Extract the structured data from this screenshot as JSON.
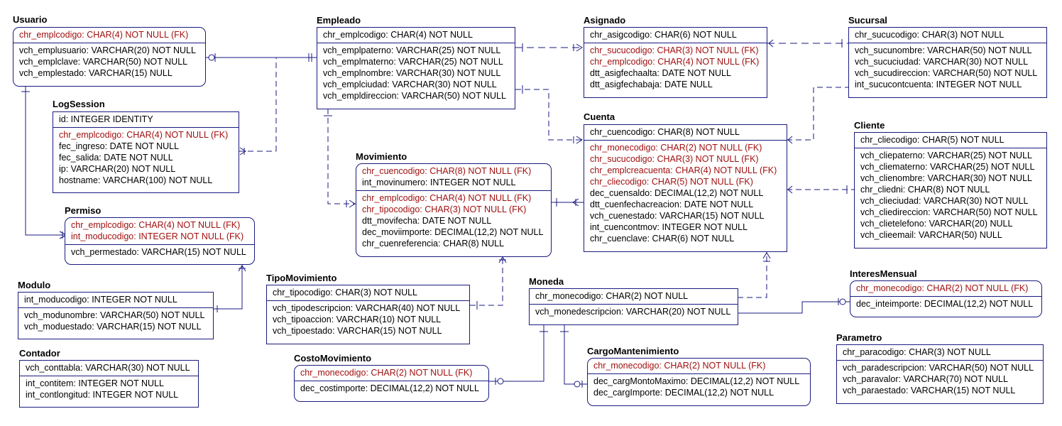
{
  "colors": {
    "line": "#1a1a80",
    "fk": "#a01010",
    "text": "#000000"
  },
  "entities": {
    "usuario": {
      "name": "Usuario",
      "keys": [
        {
          "text": "chr_emplcodigo: CHAR(4) NOT NULL (FK)",
          "fk": true
        }
      ],
      "attrs": [
        "vch_emplusuario: VARCHAR(20) NOT NULL",
        "vch_emplclave: VARCHAR(50) NOT NULL",
        "vch_emplestado: VARCHAR(15) NULL"
      ]
    },
    "logsession": {
      "name": "LogSession",
      "keys": [
        {
          "text": "id: INTEGER IDENTITY",
          "fk": false
        }
      ],
      "attrs_fk": [
        "chr_emplcodigo: CHAR(4) NOT NULL (FK)"
      ],
      "attrs": [
        "fec_ingreso: DATE NOT NULL",
        "fec_salida: DATE NOT NULL",
        "ip: VARCHAR(20) NOT NULL",
        "hostname: VARCHAR(100) NOT NULL"
      ]
    },
    "permiso": {
      "name": "Permiso",
      "keys": [
        {
          "text": "chr_emplcodigo: CHAR(4) NOT NULL (FK)",
          "fk": true
        },
        {
          "text": "int_moducodigo: INTEGER NOT NULL (FK)",
          "fk": true
        }
      ],
      "attrs": [
        "vch_permestado: VARCHAR(15) NOT NULL"
      ]
    },
    "modulo": {
      "name": "Modulo",
      "keys": [
        {
          "text": "int_moducodigo: INTEGER NOT NULL",
          "fk": false
        }
      ],
      "attrs": [
        "vch_modunombre: VARCHAR(50) NOT NULL",
        "vch_moduestado: VARCHAR(15) NOT NULL"
      ]
    },
    "contador": {
      "name": "Contador",
      "keys": [
        {
          "text": "vch_conttabla: VARCHAR(30) NOT NULL",
          "fk": false
        }
      ],
      "attrs": [
        "int_contitem: INTEGER NOT NULL",
        "int_contlongitud: INTEGER NOT NULL"
      ]
    },
    "empleado": {
      "name": "Empleado",
      "keys": [
        {
          "text": "chr_emplcodigo: CHAR(4) NOT NULL",
          "fk": false
        }
      ],
      "attrs": [
        "vch_emplpaterno: VARCHAR(25) NOT NULL",
        "vch_emplmaterno: VARCHAR(25) NOT NULL",
        "vch_emplnombre: VARCHAR(30) NOT NULL",
        "vch_emplciudad: VARCHAR(30) NOT NULL",
        "vch_empldireccion: VARCHAR(50) NOT NULL"
      ]
    },
    "movimiento": {
      "name": "Movimiento",
      "keys": [
        {
          "text": "chr_cuencodigo: CHAR(8) NOT NULL (FK)",
          "fk": true
        },
        {
          "text": "int_movinumero: INTEGER NOT NULL",
          "fk": false
        }
      ],
      "attrs_fk": [
        "chr_emplcodigo: CHAR(4) NOT NULL (FK)",
        "chr_tipocodigo: CHAR(3) NOT NULL (FK)"
      ],
      "attrs": [
        "dtt_movifecha: DATE NOT NULL",
        "dec_moviimporte: DECIMAL(12,2) NOT NULL",
        "chr_cuenreferencia: CHAR(8) NULL"
      ]
    },
    "tipomovimiento": {
      "name": "TipoMovimiento",
      "keys": [
        {
          "text": "chr_tipocodigo: CHAR(3) NOT NULL",
          "fk": false
        }
      ],
      "attrs": [
        "vch_tipodescripcion: VARCHAR(40) NOT NULL",
        "vch_tipoaccion: VARCHAR(10) NOT NULL",
        "vch_tipoestado: VARCHAR(15) NOT NULL"
      ]
    },
    "costomovimiento": {
      "name": "CostoMovimiento",
      "keys": [
        {
          "text": "chr_monecodigo: CHAR(2) NOT NULL (FK)",
          "fk": true
        }
      ],
      "attrs": [
        "dec_costimporte: DECIMAL(12,2) NOT NULL"
      ]
    },
    "asignado": {
      "name": "Asignado",
      "keys": [
        {
          "text": "chr_asigcodigo: CHAR(6) NOT NULL",
          "fk": false
        }
      ],
      "attrs_fk": [
        "chr_sucucodigo: CHAR(3) NOT NULL (FK)",
        "chr_emplcodigo: CHAR(4) NOT NULL (FK)"
      ],
      "attrs": [
        "dtt_asigfechaalta: DATE NOT NULL",
        "dtt_asigfechabaja: DATE NULL"
      ]
    },
    "cuenta": {
      "name": "Cuenta",
      "keys": [
        {
          "text": "chr_cuencodigo: CHAR(8) NOT NULL",
          "fk": false
        }
      ],
      "attrs_fk": [
        "chr_monecodigo: CHAR(2) NOT NULL (FK)",
        "chr_sucucodigo: CHAR(3) NOT NULL (FK)",
        "chr_emplcreacuenta: CHAR(4) NOT NULL (FK)",
        "chr_cliecodigo: CHAR(5) NOT NULL (FK)"
      ],
      "attrs": [
        "dec_cuensaldo: DECIMAL(12,2) NOT NULL",
        "dtt_cuenfechacreacion: DATE NOT NULL",
        "vch_cuenestado: VARCHAR(15) NOT NULL",
        "int_cuencontmov: INTEGER NOT NULL",
        "chr_cuenclave: CHAR(6) NOT NULL"
      ]
    },
    "moneda": {
      "name": "Moneda",
      "keys": [
        {
          "text": "chr_monecodigo: CHAR(2) NOT NULL",
          "fk": false
        }
      ],
      "attrs": [
        "vch_monedescripcion: VARCHAR(20) NOT NULL"
      ]
    },
    "cargomantenimiento": {
      "name": "CargoMantenimiento",
      "keys": [
        {
          "text": "chr_monecodigo: CHAR(2) NOT NULL (FK)",
          "fk": true
        }
      ],
      "attrs": [
        "dec_cargMontoMaximo: DECIMAL(12,2) NOT NULL",
        "dec_cargImporte: DECIMAL(12,2) NOT NULL"
      ]
    },
    "sucursal": {
      "name": "Sucursal",
      "keys": [
        {
          "text": "chr_sucucodigo: CHAR(3) NOT NULL",
          "fk": false
        }
      ],
      "attrs": [
        "vch_sucunombre: VARCHAR(50) NOT NULL",
        "vch_sucuciudad: VARCHAR(30) NOT NULL",
        "vch_sucudireccion: VARCHAR(50) NOT NULL",
        "int_sucucontcuenta: INTEGER NOT NULL"
      ]
    },
    "cliente": {
      "name": "Cliente",
      "keys": [
        {
          "text": "chr_cliecodigo: CHAR(5) NOT NULL",
          "fk": false
        }
      ],
      "attrs": [
        "vch_cliepaterno: VARCHAR(25) NOT NULL",
        "vch_cliematerno: VARCHAR(25) NOT NULL",
        "vch_clienombre: VARCHAR(30) NOT NULL",
        "chr_cliedni: CHAR(8) NOT NULL",
        "vch_clieciudad: VARCHAR(30) NOT NULL",
        "vch_cliedireccion: VARCHAR(50) NOT NULL",
        "vch_clietelefono: VARCHAR(20) NULL",
        "vch_clieemail: VARCHAR(50) NULL"
      ]
    },
    "interesmensual": {
      "name": "InteresMensual",
      "keys": [
        {
          "text": "chr_monecodigo: CHAR(2) NOT NULL (FK)",
          "fk": true
        }
      ],
      "attrs": [
        "dec_inteimporte: DECIMAL(12,2) NOT NULL"
      ]
    },
    "parametro": {
      "name": "Parametro",
      "keys": [
        {
          "text": "chr_paracodigo: CHAR(3) NOT NULL",
          "fk": false
        }
      ],
      "attrs": [
        "vch_paradescripcion: VARCHAR(50) NOT NULL",
        "vch_paravalor: VARCHAR(70) NOT NULL",
        "vch_paraestado: VARCHAR(15) NOT NULL"
      ]
    }
  }
}
